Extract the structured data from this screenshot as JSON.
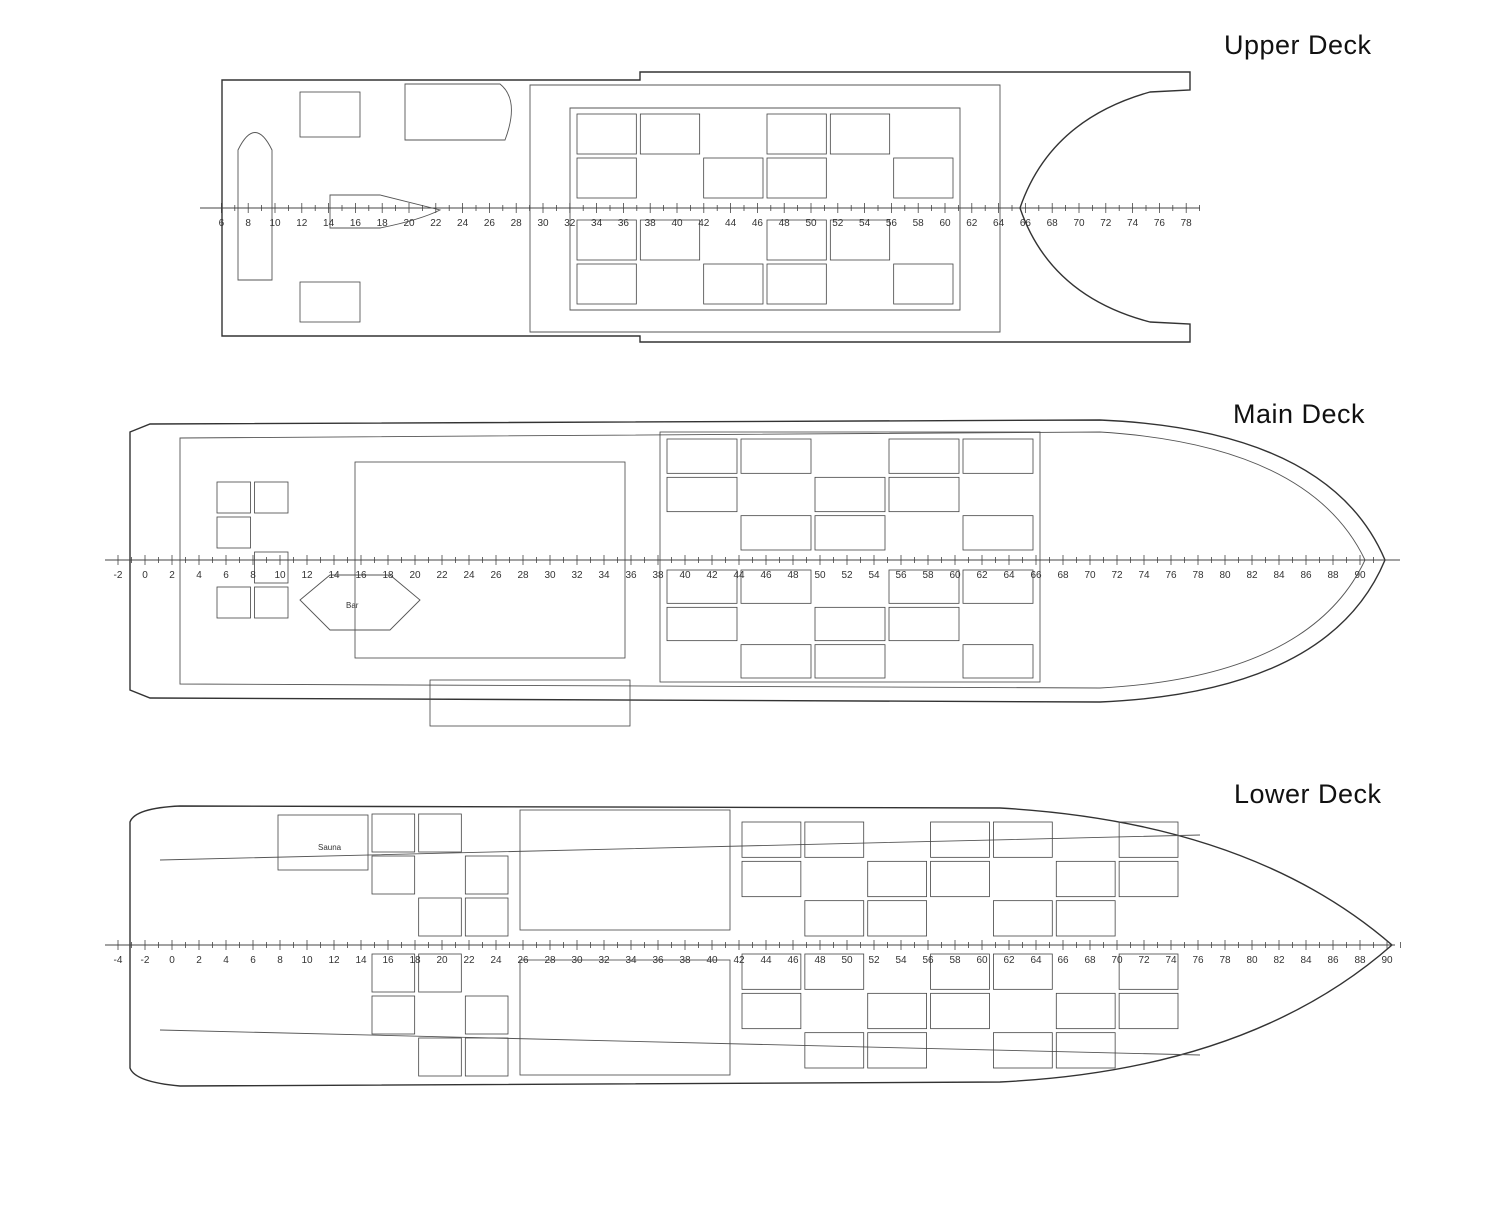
{
  "decks": [
    {
      "title": "Upper Deck",
      "frames": [
        6,
        8,
        10,
        12,
        14,
        16,
        18,
        20,
        22,
        24,
        26,
        28,
        30,
        32,
        34,
        36,
        38,
        40,
        42,
        44,
        46,
        48,
        50,
        52,
        54,
        56,
        58,
        60,
        62,
        64,
        66,
        68,
        70,
        72,
        74,
        76,
        78
      ]
    },
    {
      "title": "Main Deck",
      "frames": [
        -2,
        0,
        2,
        4,
        6,
        8,
        10,
        12,
        14,
        16,
        18,
        20,
        22,
        24,
        26,
        28,
        30,
        32,
        34,
        36,
        38,
        40,
        42,
        44,
        46,
        48,
        50,
        52,
        54,
        56,
        58,
        60,
        62,
        64,
        66,
        68,
        70,
        72,
        74,
        76,
        78,
        80,
        82,
        84,
        86,
        88,
        90
      ],
      "room_labels": {
        "bar": "Bar"
      }
    },
    {
      "title": "Lower Deck",
      "frames": [
        -4,
        -2,
        0,
        2,
        4,
        6,
        8,
        10,
        12,
        14,
        16,
        18,
        20,
        22,
        24,
        26,
        28,
        30,
        32,
        34,
        36,
        38,
        40,
        42,
        44,
        46,
        48,
        50,
        52,
        54,
        56,
        58,
        60,
        62,
        64,
        66,
        68,
        70,
        72,
        74,
        76,
        78,
        80,
        82,
        84,
        86,
        88,
        90
      ],
      "room_labels": {
        "sauna": "Sauna"
      }
    }
  ]
}
